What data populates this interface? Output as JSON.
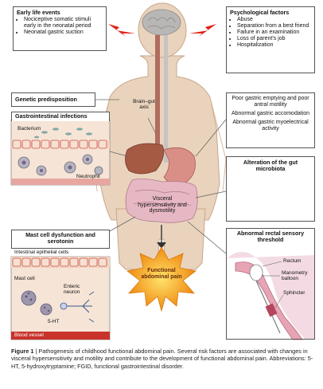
{
  "early_life": {
    "title": "Early life events",
    "items": [
      "Nociceptive somatic stimuli early in the neonatal period",
      "Neonatal gastric suction"
    ]
  },
  "psychological": {
    "title": "Psychological factors",
    "items": [
      "Abuse",
      "Separation from a best friend",
      "Failure in an examination",
      "Loss of parent's job",
      "Hospitalization"
    ]
  },
  "genetic": {
    "title": "Genetic predisposition"
  },
  "brain_gut": {
    "label": "Brain–gut axis"
  },
  "poor_gastric": {
    "lines": [
      "Poor gastric emptying and poor antral motility",
      "Abnormal gastric accomodation",
      "Abnormal gastric myoelectrical activity"
    ]
  },
  "gi_infections": {
    "title": "Gastrointestinal infections",
    "bacterium_label": "Bacterium",
    "neutrophil_label": "Neutrophil"
  },
  "microbiota": {
    "title": "Alteration of the gut microbiota"
  },
  "center": {
    "label": "Visceral hypersensitivity and dysmotility"
  },
  "mast_cell": {
    "title": "Mast cell dysfunction and serotonin",
    "epithelial_label": "Intestinal epithelial cells",
    "mast_label": "Mast cell",
    "enteric_label": "Enteric neuron",
    "ht_label": "5-HT",
    "vessel_label": "Blood vessel"
  },
  "rectal": {
    "title": "Abnormal rectal sensory threshold",
    "rectum_label": "Rectum",
    "balloon_label": "Manometry balloon",
    "sphincter_label": "Sphincter"
  },
  "outcome": {
    "label": "Functional abdominal pain"
  },
  "caption": {
    "figure_label": "Figure 1",
    "text": " | Pathogenesis of childhood functional abdominal pain. Several risk factors are associated with changes in visceral hypersensitivity and motility and contribute to the development of functional abdominal pain. Abbreviations: 5-HT, 5-hydroxytryptamine; FGID, functional gastrointestinal disorder."
  },
  "colors": {
    "body": "#e9d3bd",
    "body_shade": "#d8bba0",
    "brain": "#b9b6b6",
    "liver": "#a45a43",
    "stomach": "#d98f86",
    "intestine": "#e6b8c4",
    "tissue": "#f2d4bf",
    "cell_border": "#c9544d",
    "lightning": "#e0241b",
    "star": "#f3a21d",
    "bacteria": "#6aa2a8"
  }
}
